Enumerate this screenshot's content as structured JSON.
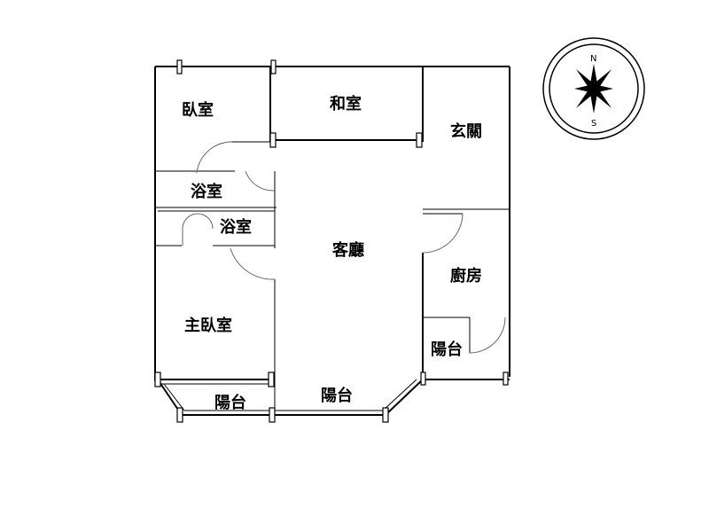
{
  "rooms": {
    "bedroom": "臥室",
    "japanese_room": "和室",
    "entrance": "玄關",
    "bathroom_1": "浴室",
    "bathroom_2": "浴室",
    "living_room": "客廳",
    "kitchen": "廚房",
    "master_bedroom": "主臥室",
    "balcony_left": "陽台",
    "balcony_center": "陽台",
    "balcony_right": "陽台"
  },
  "compass": {
    "north": "N",
    "south": "S"
  }
}
